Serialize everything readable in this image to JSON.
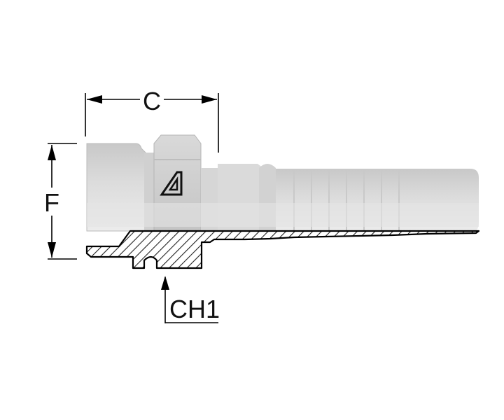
{
  "labels": {
    "dim_c": "C",
    "dim_f": "F",
    "dim_ch1": "CH1"
  },
  "colors": {
    "metal_top": "#d4d4d4",
    "metal_mid": "#e6e6e6",
    "metal_dark": "#bdbdbd",
    "hatch": "#222222",
    "line": "#000000"
  },
  "icons": {
    "brand_mark": "triangle-logo-icon"
  }
}
